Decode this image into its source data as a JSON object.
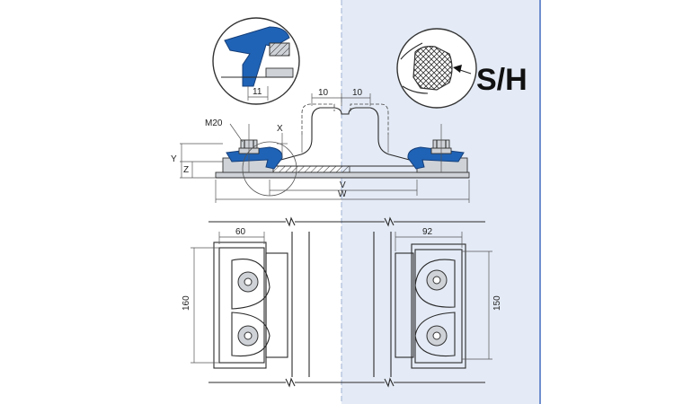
{
  "labels": {
    "sh": "S/H",
    "m20": "M20",
    "x": "X",
    "y": "Y",
    "z": "Z",
    "v": "V",
    "w": "W",
    "d11": "11",
    "d10a": "10",
    "d10b": "10",
    "d60": "60",
    "d92": "92",
    "d160": "160",
    "d150": "150"
  },
  "colors": {
    "shade": "#e4ebf6",
    "border": "#6f8fcf",
    "clip_blue": "#1f63b6",
    "line": "#2a2a2a"
  }
}
